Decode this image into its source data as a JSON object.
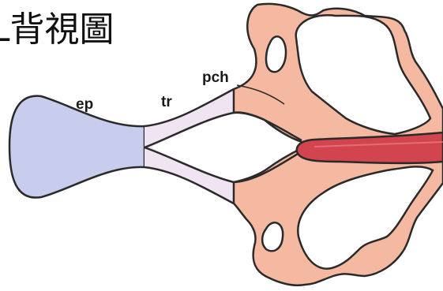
{
  "title": "L背視圖",
  "labels": {
    "ep": "ep",
    "tr": "tr",
    "pch": "pch"
  },
  "colors": {
    "ep": "#c8cdee",
    "tr": "#f1e4f2",
    "pch": "#f4b9a0",
    "cord": "#d2444e",
    "cord_highlight": "#ee8a90",
    "outline": "#2a2a2a",
    "background": "#ffffff"
  }
}
